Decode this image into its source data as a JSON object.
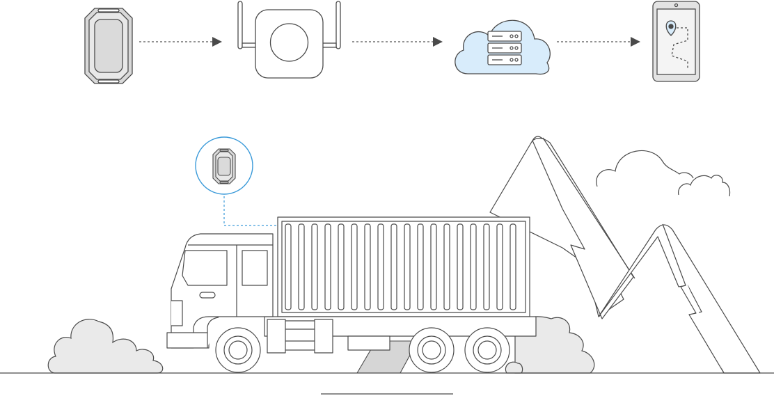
{
  "colors": {
    "background": "#ffffff",
    "stroke": "#4a4a4a",
    "stroke_light": "#5a5a5a",
    "tracker_fill": "#e3e3e3",
    "cloud_fill": "#eaeaea",
    "cloud_accent_fill": "#d8ecfb",
    "accent_blue": "#3a9ad9",
    "phone_screen": "#f4f4f4",
    "road_shadow": "#d6d6d6"
  },
  "flow": {
    "steps": [
      {
        "id": "tracker",
        "icon": "gps-tracker-icon"
      },
      {
        "id": "gateway",
        "icon": "wireless-gateway-icon"
      },
      {
        "id": "cloud",
        "icon": "cloud-server-icon"
      },
      {
        "id": "phone",
        "icon": "smartphone-map-icon"
      }
    ],
    "connector": "dashed-arrow"
  },
  "scene": {
    "elements": [
      "container-truck",
      "mountains",
      "bushes",
      "sky-clouds",
      "tracker-callout",
      "ground-line"
    ],
    "callout_icon": "gps-tracker-icon"
  }
}
